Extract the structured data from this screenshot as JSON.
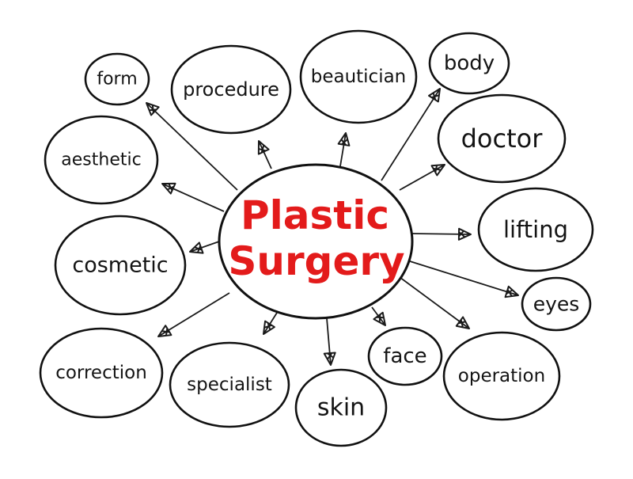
{
  "diagram": {
    "center": {
      "line1": "Plastic",
      "line2": "Surgery",
      "color": "#e31b1b"
    },
    "topics": [
      {
        "id": "form",
        "label": "form"
      },
      {
        "id": "procedure",
        "label": "procedure"
      },
      {
        "id": "beautician",
        "label": "beautician"
      },
      {
        "id": "body",
        "label": "body"
      },
      {
        "id": "doctor",
        "label": "doctor"
      },
      {
        "id": "lifting",
        "label": "lifting"
      },
      {
        "id": "eyes",
        "label": "eyes"
      },
      {
        "id": "operation",
        "label": "operation"
      },
      {
        "id": "face",
        "label": "face"
      },
      {
        "id": "skin",
        "label": "skin"
      },
      {
        "id": "specialist",
        "label": "specialist"
      },
      {
        "id": "correction",
        "label": "correction"
      },
      {
        "id": "cosmetic",
        "label": "cosmetic"
      },
      {
        "id": "aesthetic",
        "label": "aesthetic"
      }
    ]
  }
}
